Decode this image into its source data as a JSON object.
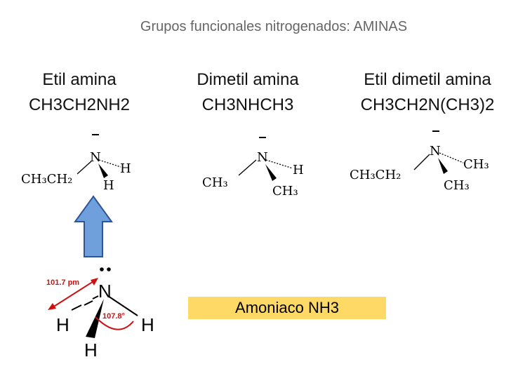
{
  "slide": {
    "title": "Grupos funcionales nitrogenados: AMINAS",
    "amines": [
      {
        "name": "Etil amina",
        "formula": "CH3CH2NH2"
      },
      {
        "name": "Dimetil amina",
        "formula": "CH3NHCH3"
      },
      {
        "name": "Etil dimetil amina",
        "formula": "CH3CH2N(CH3)2"
      }
    ],
    "callout": "Amoniaco NH3",
    "structures": {
      "ethylamine": {
        "chain": "CH₃CH₂",
        "N": "N",
        "H1": "H",
        "H2": "H"
      },
      "dimethylamine": {
        "left": "CH₃",
        "N": "N",
        "H": "H",
        "right": "CH₃"
      },
      "ethyldimethylamine": {
        "chain": "CH₃CH₂",
        "N": "N",
        "me1": "CH₃",
        "me2": "CH₃"
      }
    },
    "ammonia": {
      "N": "N",
      "H1": "H",
      "H2": "H",
      "H3": "H",
      "bond_length": "101.7 pm",
      "angle": "107.8°"
    },
    "colors": {
      "title": "#666666",
      "arrow_fill": "#6fa0dc",
      "arrow_stroke": "#2f5597",
      "callout_bg": "#ffd966",
      "annotation": "#cc1111"
    }
  }
}
